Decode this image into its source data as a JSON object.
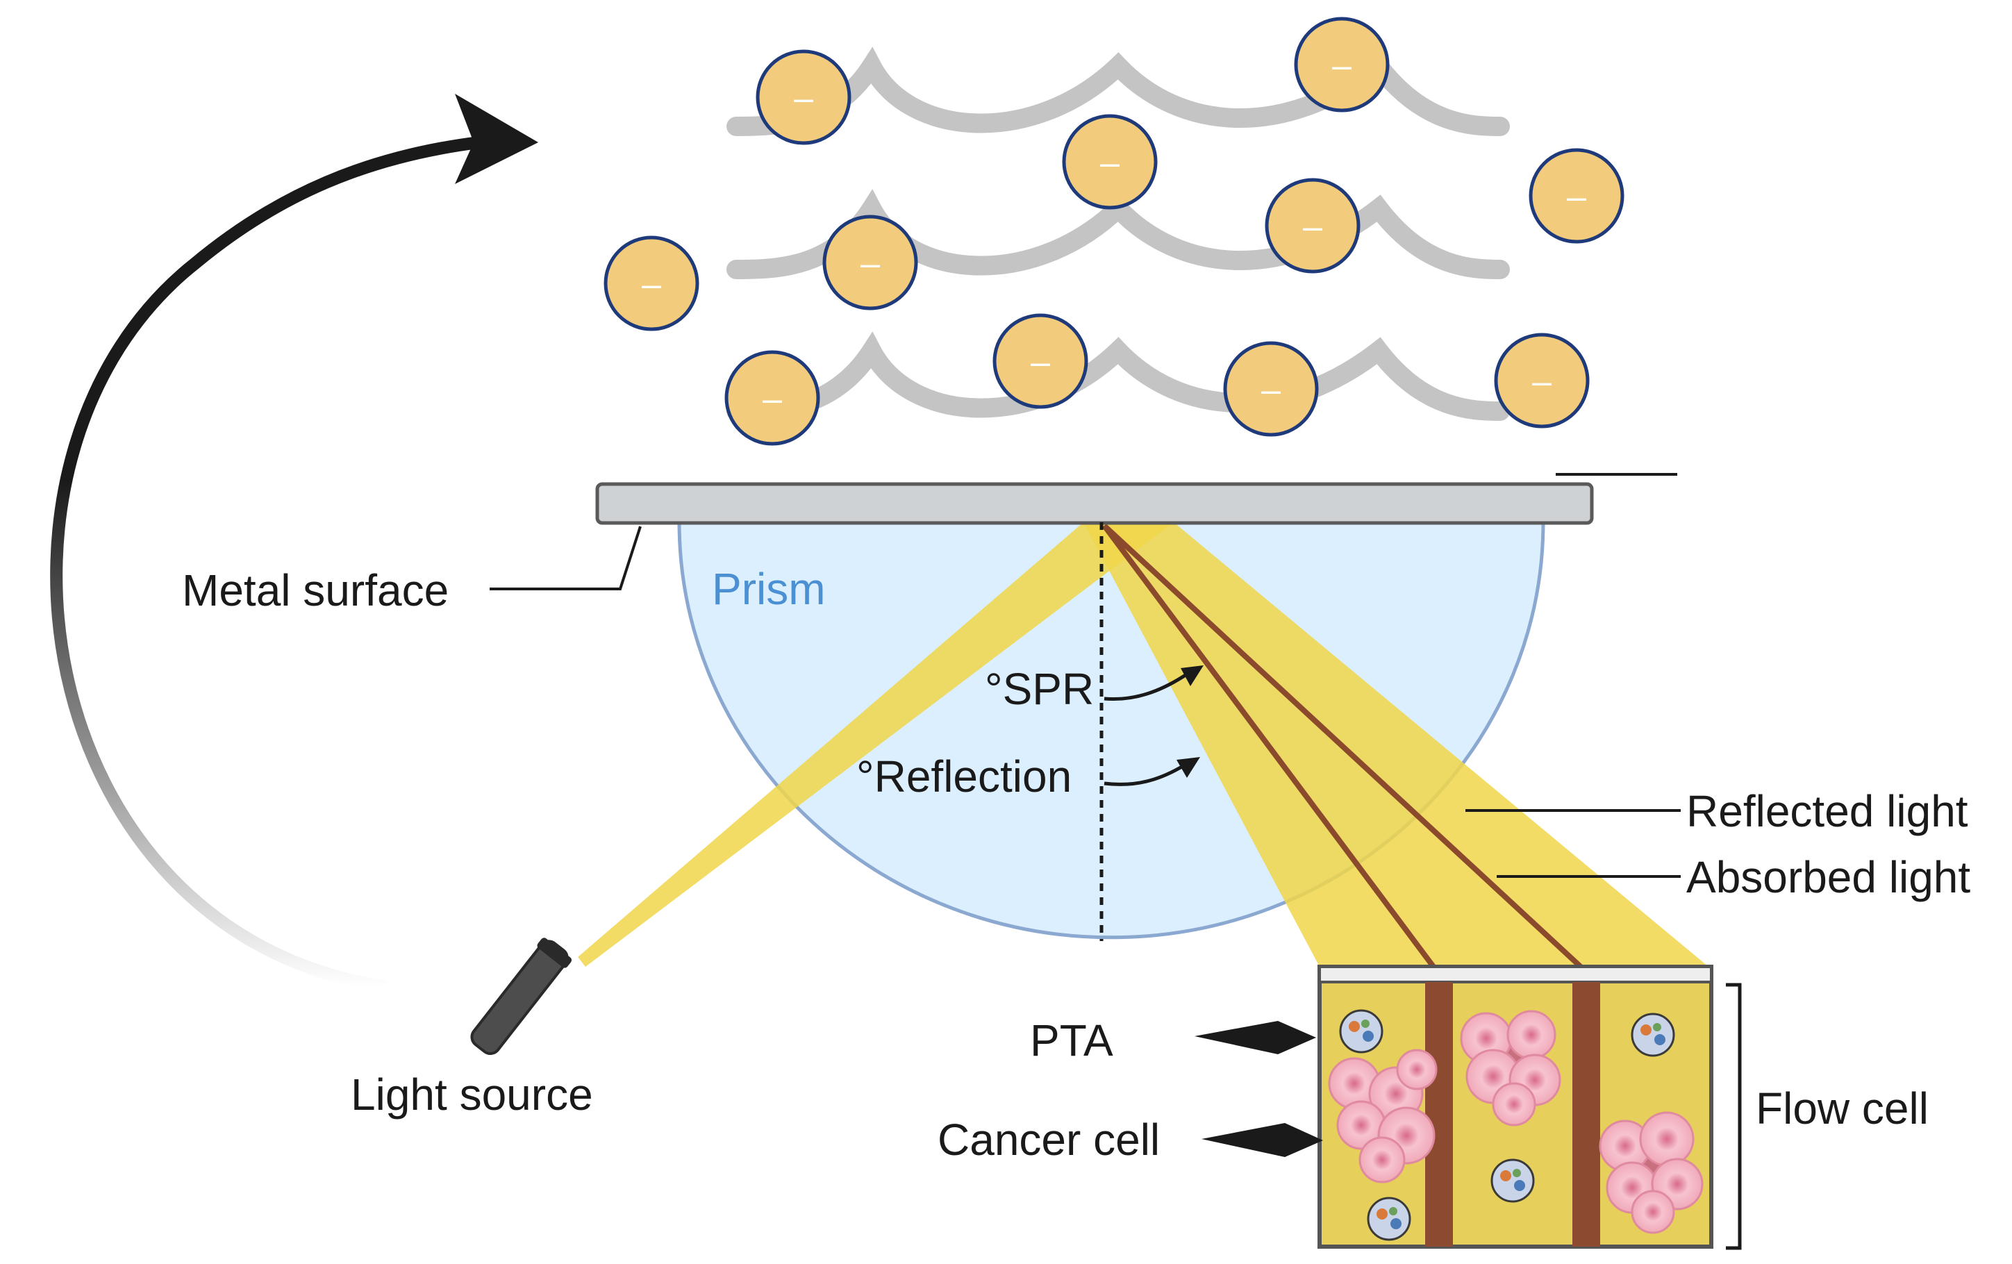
{
  "diagram": {
    "labels": {
      "metal_surface": "Metal surface",
      "prism": "Prism",
      "spr_angle": "°SPR",
      "reflection_angle": "°Reflection",
      "reflected_light": "Reflected light",
      "absorbed_light": "Absorbed light",
      "light_source": "Light source",
      "pta": "PTA",
      "cancer_cell": "Cancer cell",
      "flow_cell": "Flow cell"
    },
    "particle_symbol": "–",
    "colors": {
      "prism_fill": "#dcefff",
      "prism_stroke": "#8aa8d0",
      "prism_label": "#4a90d2",
      "light_beam": "#f0d64a",
      "particle_fill": "#f2cc7c",
      "particle_stroke": "#1e3a7a",
      "polymer_chain": "#c4c4c4",
      "metal_plate": "#cfd2d4",
      "absorbed_ray": "#8b4a2c",
      "flow_cell_fill": "#e6cf5a",
      "channel_wall": "#8c4a30",
      "cancer_cell": "#f4b3c2",
      "arrow": "#1a1a1a"
    }
  }
}
